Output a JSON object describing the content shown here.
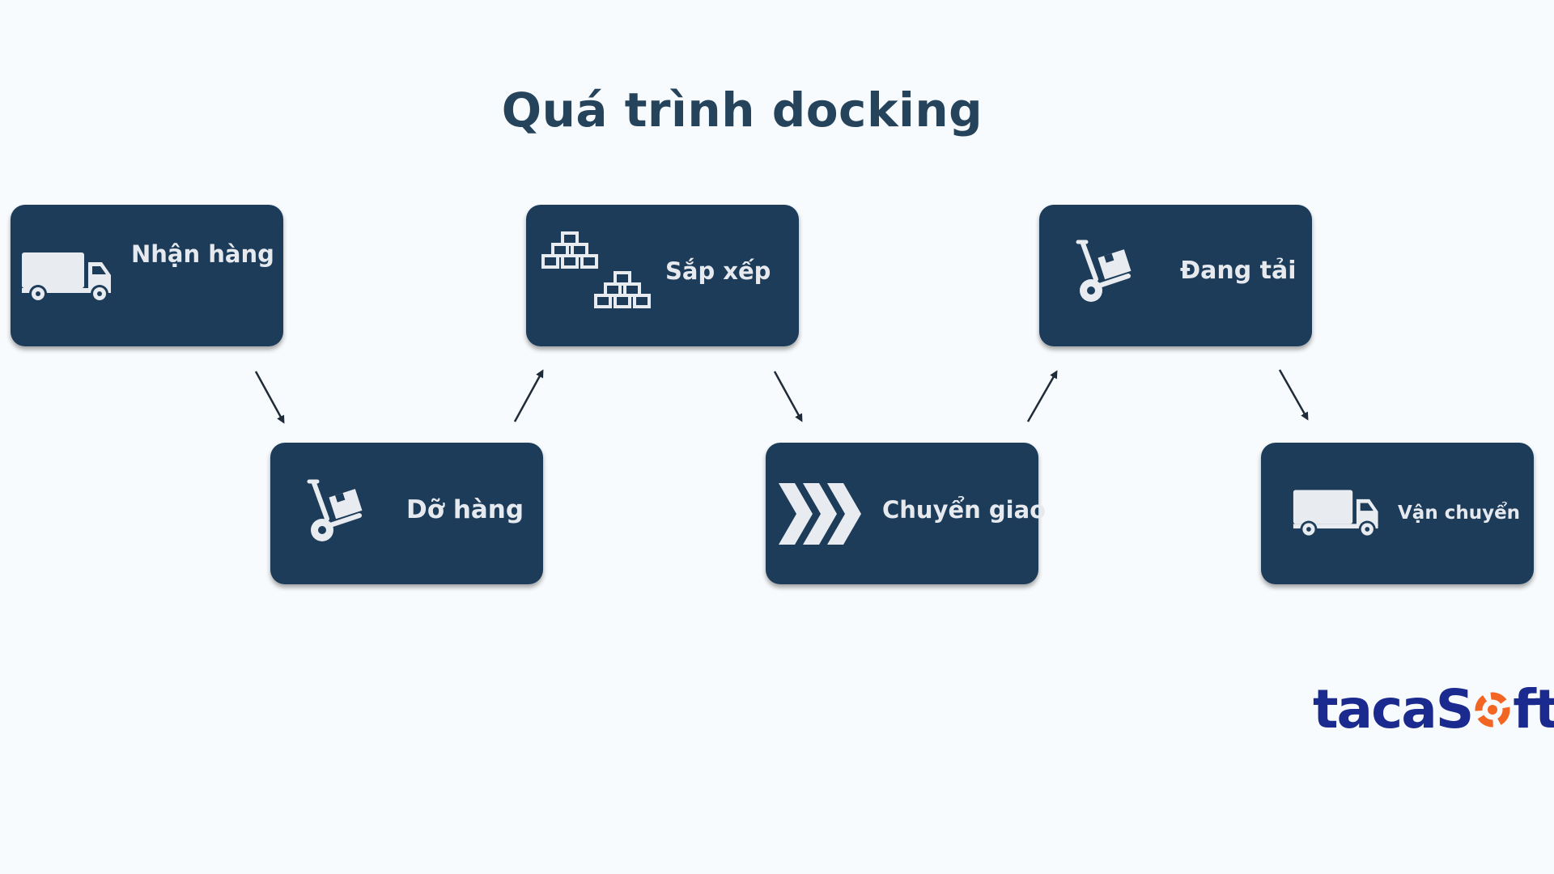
{
  "title": "Quá trình docking",
  "steps": [
    {
      "label": "Nhận hàng",
      "icon": "truck-icon"
    },
    {
      "label": "Dỡ hàng",
      "icon": "hand-truck-icon"
    },
    {
      "label": "Sắp xếp",
      "icon": "stacked-boxes-icon"
    },
    {
      "label": "Chuyển giao",
      "icon": "chevrons-right-icon"
    },
    {
      "label": "Đang tải",
      "icon": "hand-truck-icon"
    },
    {
      "label": "Vận chuyển",
      "icon": "truck-icon"
    }
  ],
  "colors": {
    "background": "#f8fbfd",
    "card": "#1c3c5a",
    "card_text": "#e6e9ee",
    "title": "#25435b",
    "arrow": "#1f2b38",
    "logo_text": "#1b2a8f",
    "logo_accent": "#f26522"
  },
  "logo": {
    "text_before": "taca",
    "s_letter": "S",
    "accent_icon": "orange-o-icon",
    "text_after": "ft"
  }
}
